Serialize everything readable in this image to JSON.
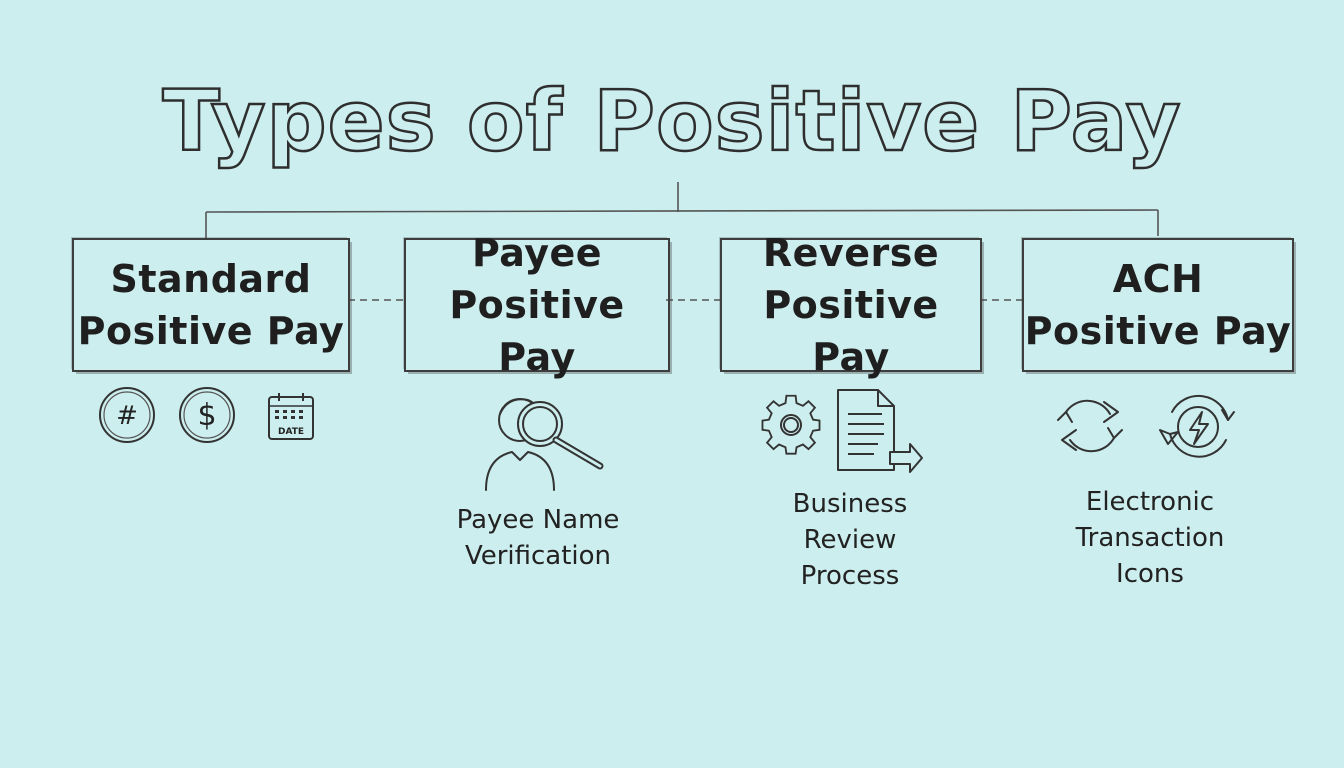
{
  "title": "Types of Positive Pay",
  "boxes": [
    {
      "line1": "Standard",
      "line2": "Positive Pay"
    },
    {
      "line1": "Payee",
      "line2": "Positive Pay"
    },
    {
      "line1": "Reverse",
      "line2": "Positive Pay"
    },
    {
      "line1": "ACH",
      "line2": "Positive Pay"
    }
  ],
  "icons": {
    "hash_glyph": "#",
    "dollar_glyph": "$",
    "date_label": "DATE"
  },
  "captions": {
    "payee": [
      "Payee Name",
      "Verification"
    ],
    "reverse": [
      "Business",
      "Review",
      "Process"
    ],
    "ach": [
      "Electronic",
      "Transaction",
      "Icons"
    ]
  },
  "colors": {
    "background": "#cdeeee",
    "ink": "#2e2e2e"
  }
}
